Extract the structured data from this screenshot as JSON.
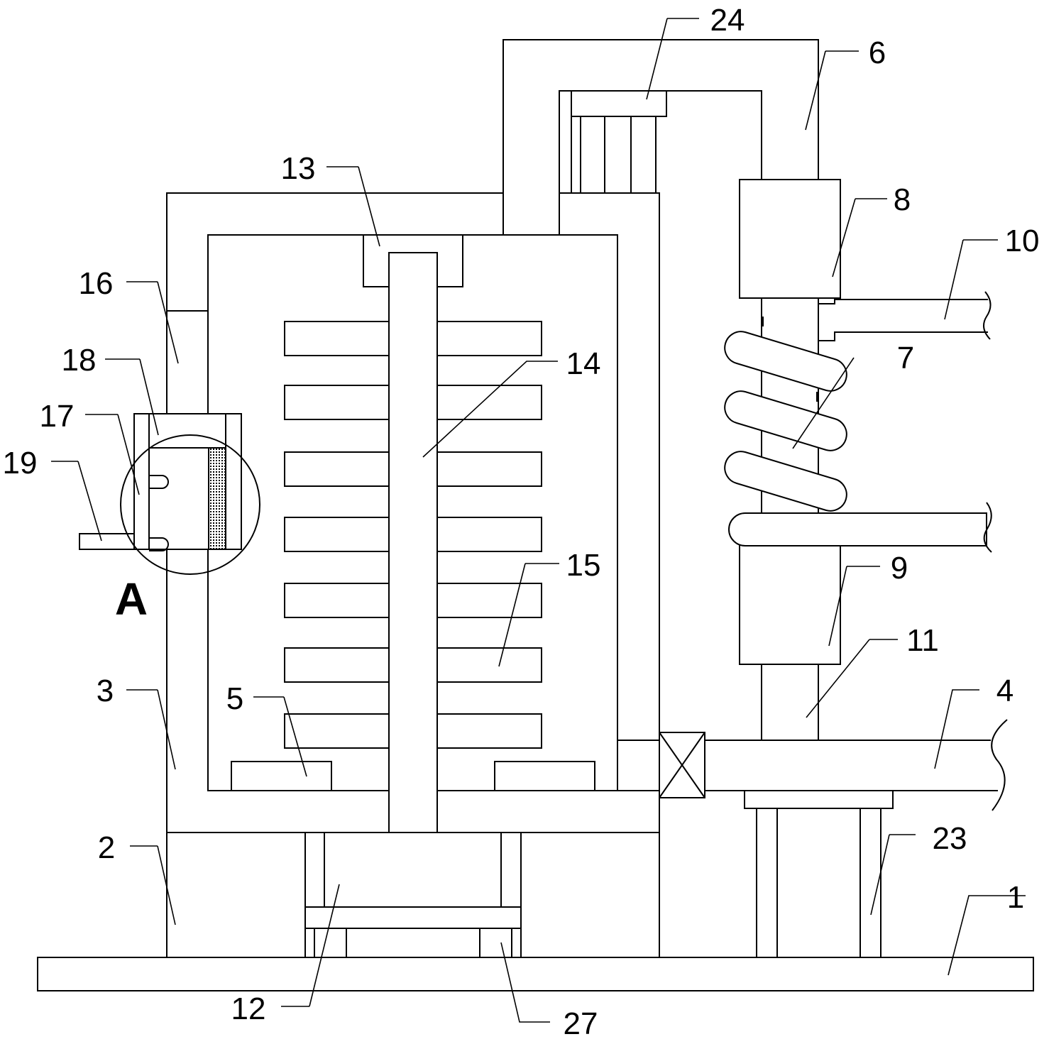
{
  "labels": {
    "l1": "1",
    "l2": "2",
    "l3": "3",
    "l4": "4",
    "l5": "5",
    "l6": "6",
    "l7": "7",
    "l8": "8",
    "l9": "9",
    "l10": "10",
    "l11": "11",
    "l12": "12",
    "l13": "13",
    "l14": "14",
    "l15": "15",
    "l16": "16",
    "l17": "17",
    "l18": "18",
    "l19": "19",
    "l23": "23",
    "l24": "24",
    "l27": "27",
    "detail": "A"
  },
  "colors": {
    "line": "#000000",
    "filter_hatch": "#000000",
    "background": "#ffffff"
  }
}
